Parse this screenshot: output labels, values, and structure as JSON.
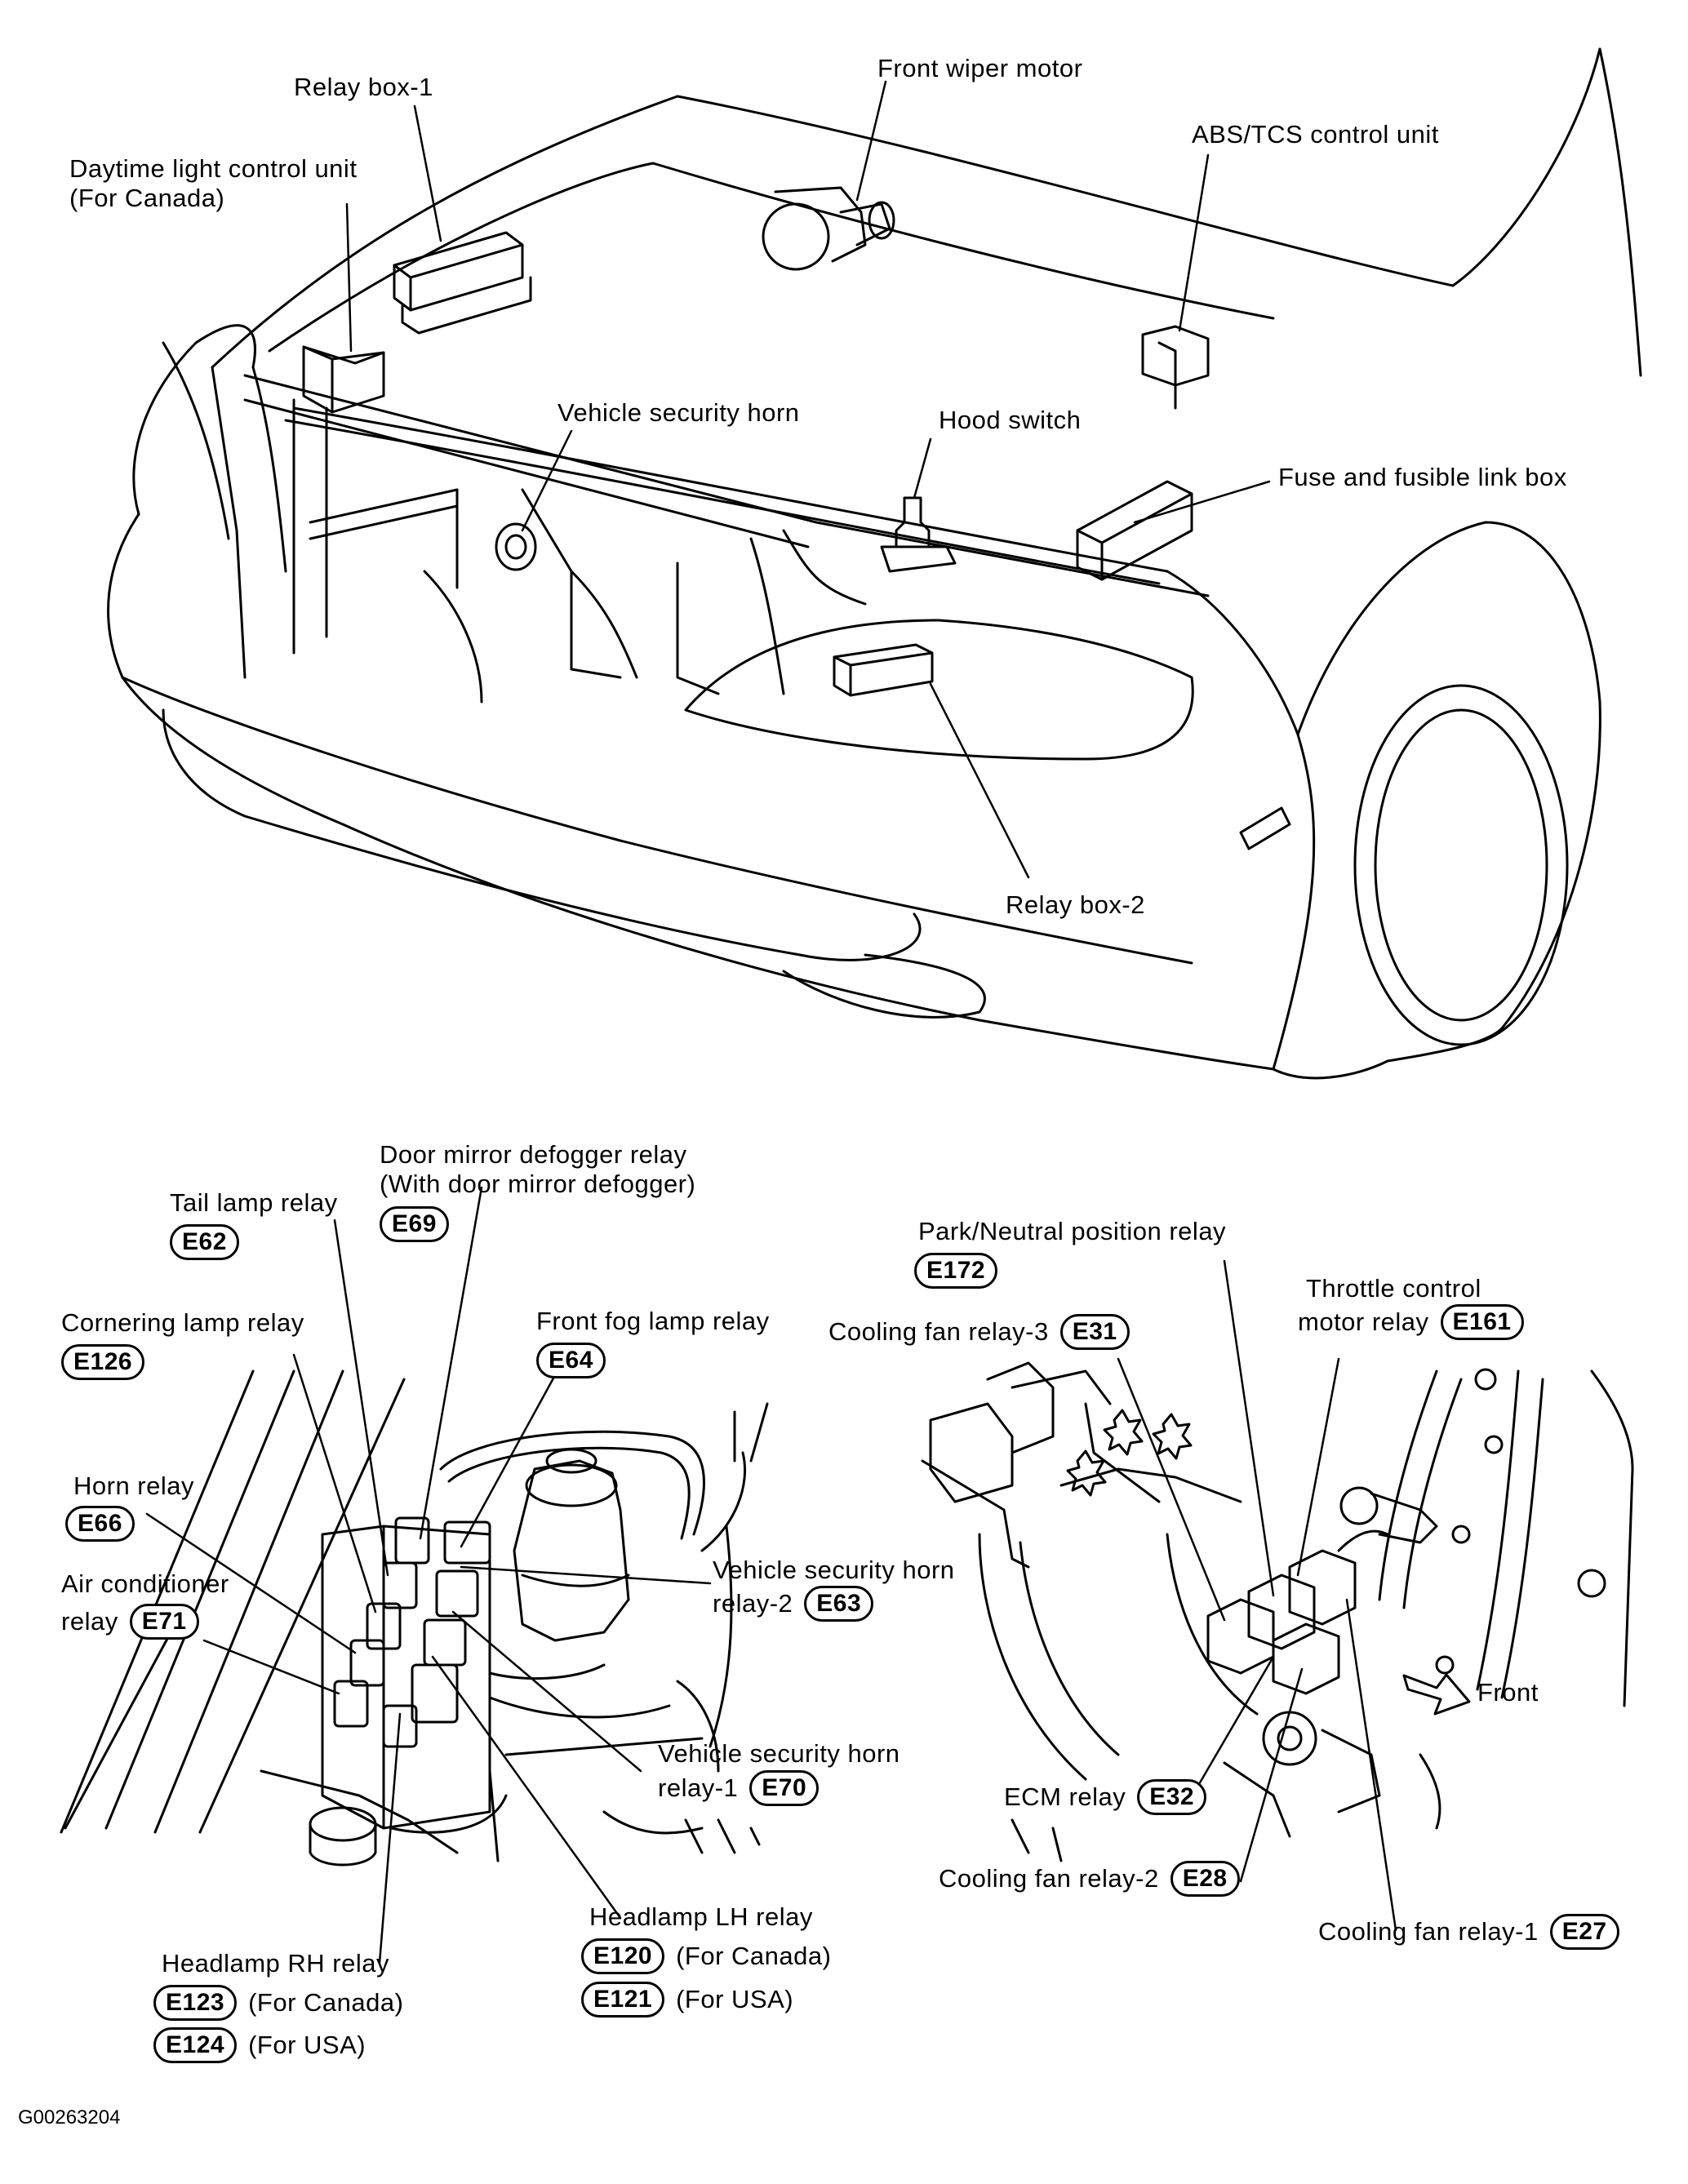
{
  "top_labels": {
    "relay_box_1": "Relay box-1",
    "front_wiper_motor": "Front wiper motor",
    "abs_tcs": "ABS/TCS control unit",
    "daytime_1": "Daytime light control unit",
    "daytime_2": "(For Canada)",
    "vehicle_security_horn": "Vehicle security horn",
    "hood_switch": "Hood switch",
    "fuse_box": "Fuse and fusible link box",
    "relay_box_2": "Relay box-2"
  },
  "left_labels": {
    "door_mirror_1": "Door mirror defogger relay",
    "door_mirror_2": "(With door mirror defogger)",
    "door_mirror_code": "E69",
    "tail_lamp": "Tail lamp relay",
    "tail_lamp_code": "E62",
    "cornering": "Cornering lamp relay",
    "cornering_code": "E126",
    "front_fog": "Front fog lamp relay",
    "front_fog_code": "E64",
    "horn": "Horn relay",
    "horn_code": "E66",
    "ac_1": "Air conditioner",
    "ac_2": "relay",
    "ac_code": "E71",
    "vsh2_1": "Vehicle security horn",
    "vsh2_2": "relay-2",
    "vsh2_code": "E63",
    "vsh1_1": "Vehicle security horn",
    "vsh1_2": "relay-1",
    "vsh1_code": "E70",
    "hl_lh": "Headlamp LH relay",
    "hl_lh_code_ca": "E120",
    "hl_lh_ca": "(For Canada)",
    "hl_lh_code_us": "E121",
    "hl_lh_us": "(For USA)",
    "hl_rh": "Headlamp RH relay",
    "hl_rh_code_ca": "E123",
    "hl_rh_ca": "(For Canada)",
    "hl_rh_code_us": "E124",
    "hl_rh_us": "(For USA)"
  },
  "right_labels": {
    "park_neutral": "Park/Neutral position relay",
    "park_neutral_code": "E172",
    "throttle_1": "Throttle control",
    "throttle_2": "motor relay",
    "throttle_code": "E161",
    "cf3": "Cooling fan relay-3",
    "cf3_code": "E31",
    "front": "Front",
    "ecm": "ECM relay",
    "ecm_code": "E32",
    "cf2": "Cooling fan relay-2",
    "cf2_code": "E28",
    "cf1": "Cooling fan relay-1",
    "cf1_code": "E27"
  },
  "figure_code": "G00263204"
}
